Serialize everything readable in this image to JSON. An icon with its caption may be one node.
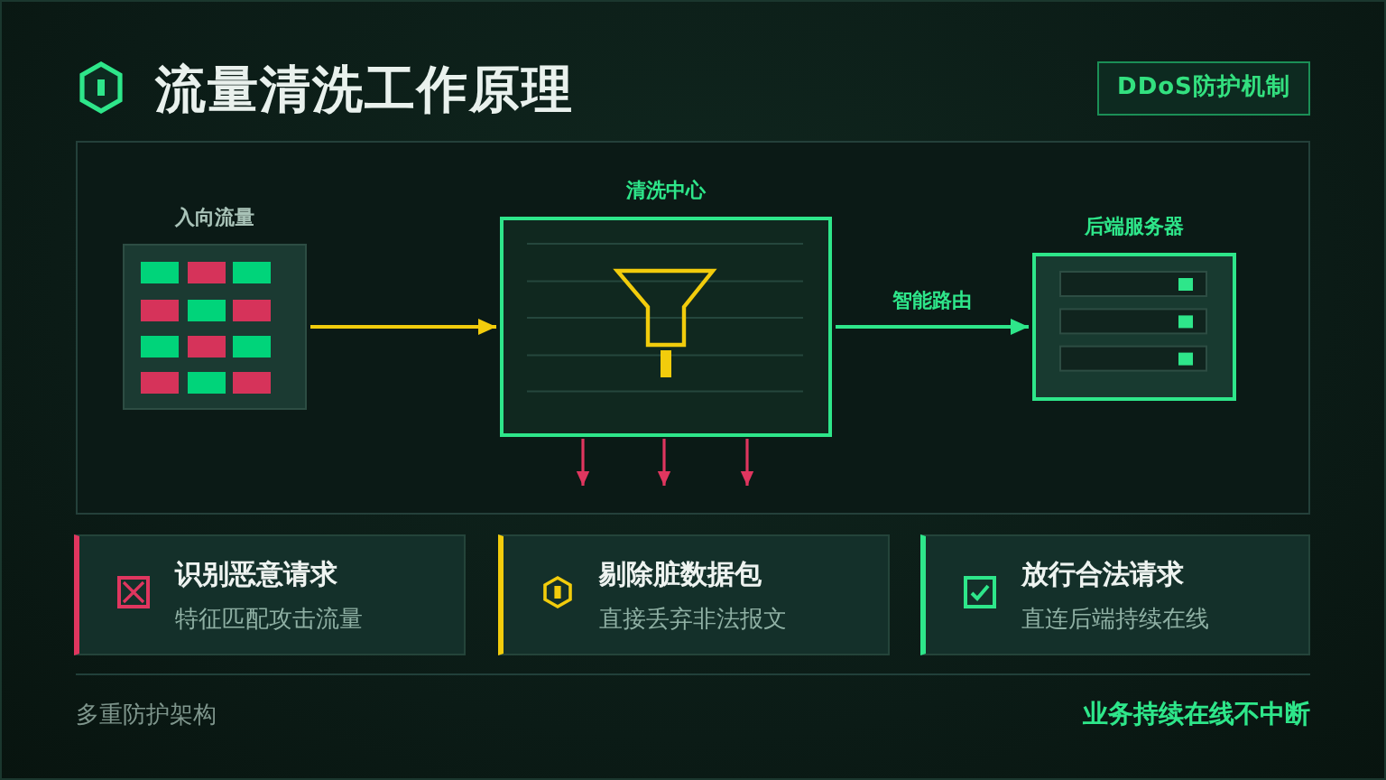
{
  "diagram": {
    "title": "流量清洗工作原理",
    "nodes": [
      {
        "text": [
          "DDoS防护机制"
        ]
      },
      {
        "text": [
          "入向流量"
        ]
      },
      {
        "text": [
          "清洗中心"
        ]
      },
      {
        "text": [
          "后端服务器"
        ]
      },
      {
        "text": [
          "识别恶意请求",
          "特征匹配攻击流量"
        ]
      },
      {
        "text": [
          "剔除脏数据包",
          "直接丢弃非法报文"
        ]
      },
      {
        "text": [
          "放行合法请求",
          "直连后端持续在线"
        ]
      }
    ],
    "edges": [
      {
        "from": 1,
        "to": 2,
        "arrow": "to",
        "color": "#f2cc0c"
      },
      {
        "from": 2,
        "to": 3,
        "arrow": "to",
        "label": "智能路由",
        "color": "#2ee68a"
      },
      {
        "from": 2,
        "to": null,
        "arrow": "to"
      },
      {
        "from": 2,
        "to": null,
        "arrow": "to"
      },
      {
        "from": 2,
        "to": null,
        "arrow": "to"
      }
    ],
    "labels": [
      "多重防护架构",
      "业务持续在线不中断"
    ]
  }
}
